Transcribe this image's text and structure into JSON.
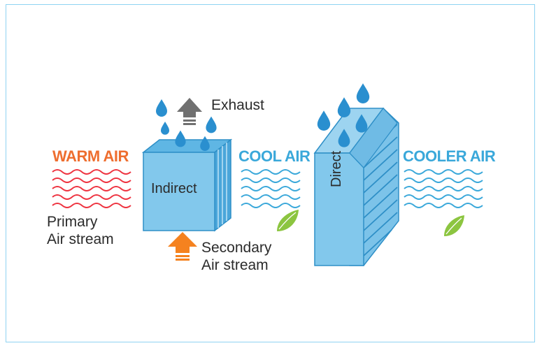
{
  "colors": {
    "frame": "#8fd3f2",
    "warm": "#ee6e2f",
    "cool": "#3aa8da",
    "block_fill": "#82c8ec",
    "block_edge": "#2e8fc7",
    "drop": "#2a8fcf",
    "leaf": "#8cc540",
    "exhaust_arrow": "#707070",
    "intake_arrow": "#f5821f"
  },
  "labels": {
    "warm_air": "WARM AIR",
    "cool_air": "COOL AIR",
    "cooler_air": "COOLER AIR",
    "exhaust": "Exhaust",
    "primary_line1": "Primary",
    "primary_line2": "Air stream",
    "secondary_line1": "Secondary",
    "secondary_line2": "Air stream",
    "indirect": "Indirect",
    "direct": "Direct"
  }
}
